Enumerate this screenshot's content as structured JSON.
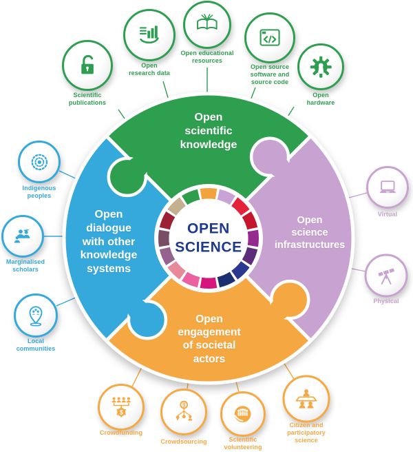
{
  "center": {
    "title_line1": "OPEN",
    "title_line2": "SCIENCE"
  },
  "colors": {
    "green": "#2e9e50",
    "blue": "#35a8dc",
    "purple": "#c8a2d0",
    "orange": "#f5a843",
    "navy": "#1f3a8d"
  },
  "ring_segments": [
    "#F2A33C",
    "#C9A3D5",
    "#E5243B",
    "#C5192D",
    "#952B8F",
    "#5B2D79",
    "#2A3890",
    "#1B2F72",
    "#D6187E",
    "#EC5FA1",
    "#E8889B",
    "#96638E",
    "#7A4E66",
    "#9B2335",
    "#C3B091",
    "#2F9E4E"
  ],
  "quadrants": {
    "top": {
      "label": "Open\nscientific\nknowledge"
    },
    "right": {
      "label": "Open\nscience\ninfrastructures"
    },
    "bottom": {
      "label": "Open\nengagement\nof societal\nactors"
    },
    "left": {
      "label": "Open\ndialogue\nwith other\nknowledge\nsystems"
    }
  },
  "satellites": {
    "scientific_publications": {
      "label": "Scientific\npublications",
      "icon": "open-padlock"
    },
    "open_research_data": {
      "label": "Open\nresearch data",
      "icon": "bar-chart-hand"
    },
    "open_educational_resources": {
      "label": "Open educational\nresources",
      "icon": "open-book"
    },
    "open_source_software": {
      "label": "Open source\nsoftware and\nsource code",
      "icon": "code-window"
    },
    "open_hardware": {
      "label": "Open\nhardware",
      "icon": "gear"
    },
    "indigenous_peoples": {
      "label": "Indigenous\npeoples",
      "icon": "dotted-circles"
    },
    "marginalised_scholars": {
      "label": "Marginalised\nscholars",
      "icon": "people-group"
    },
    "local_communities": {
      "label": "Local\ncommunities",
      "icon": "location-pin-people"
    },
    "virtual": {
      "label": "Virtual",
      "icon": "laptop"
    },
    "physical": {
      "label": "Physical",
      "icon": "telescope"
    },
    "crowdfunding": {
      "label": "Crowdfunding",
      "icon": "people-gear-dollar"
    },
    "crowdsourcing": {
      "label": "Crowdsourcing",
      "icon": "dollar-network"
    },
    "scientific_volunteering": {
      "label": "Scientific\nvolunteering",
      "icon": "hand-crowd"
    },
    "citizen_participatory_science": {
      "label": "Citizen and\nparticipatory\nscience",
      "icon": "people-table"
    }
  },
  "glyphs": {
    "dollar": "$"
  }
}
